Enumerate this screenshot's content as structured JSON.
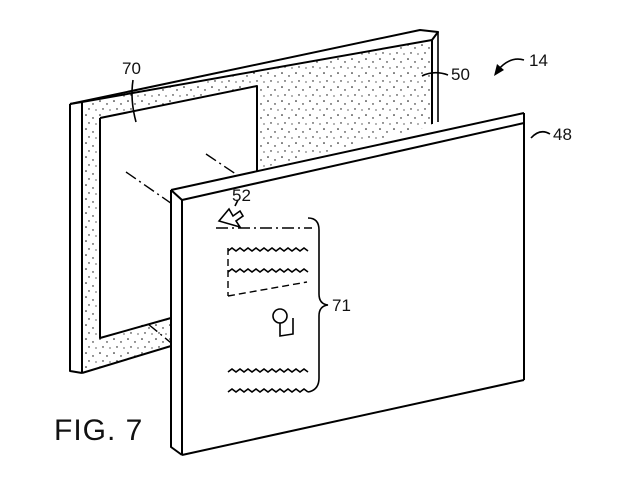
{
  "figure": {
    "caption": "FIG. 7",
    "labels": {
      "assembly": "14",
      "back_panel": "50",
      "front_panel": "48",
      "window": "70",
      "arrow_marker": "52",
      "content_group": "71"
    }
  }
}
